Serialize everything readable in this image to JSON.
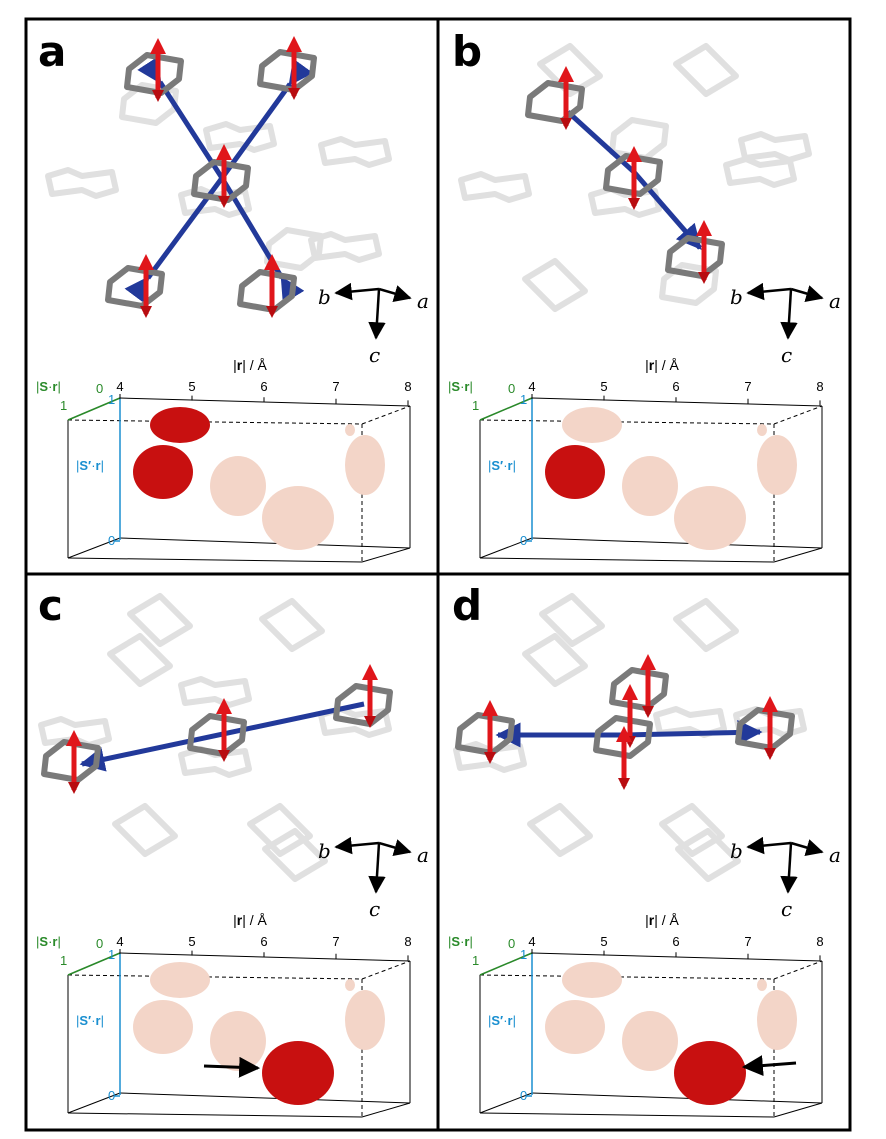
{
  "panels": [
    {
      "letter": "a",
      "highlight": [
        0,
        1
      ],
      "arrow": null
    },
    {
      "letter": "b",
      "highlight": [
        1
      ],
      "arrow": null
    },
    {
      "letter": "c",
      "highlight": [
        3
      ],
      "arrow": "left"
    },
    {
      "letter": "d",
      "highlight": [
        3
      ],
      "arrow": "right"
    }
  ],
  "axes": {
    "a": "a",
    "b": "b",
    "c": "c"
  },
  "plot": {
    "x_label_r": "r",
    "x_label_unit": " / Å",
    "x_ticks": [
      "4",
      "5",
      "6",
      "7",
      "8"
    ],
    "y_bar": "|",
    "y_S": "S",
    "y_dot": "·",
    "y_Sprime": "S′",
    "y_r": "r",
    "sr_ticks": [
      "0",
      "1"
    ],
    "spr_ticks": [
      "1",
      "0"
    ]
  },
  "colors": {
    "highlight": "#c81010",
    "faded": "#f3d5c8",
    "bond": "#22399a",
    "ring": "#7a7a7a",
    "ring_faded": "#dedede",
    "spin": "#e0161b",
    "spr_axis": "#1a8fd0",
    "sr_axis": "#2a8a2a"
  }
}
